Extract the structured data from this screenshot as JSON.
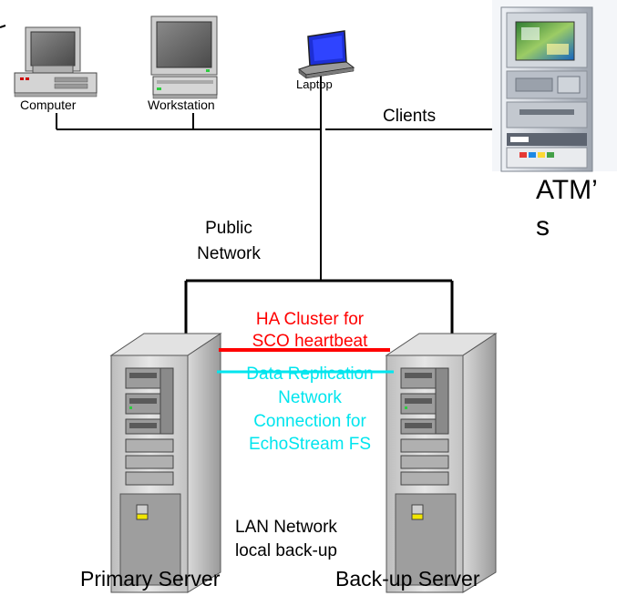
{
  "labels": {
    "computer": "Computer",
    "workstation": "Workstation",
    "laptop": "Laptop",
    "clients": "Clients",
    "atm_line1": "ATM’",
    "atm_line2": "s",
    "public_network_line1": "Public",
    "public_network_line2": "Network",
    "ha_cluster_line1": "HA Cluster for",
    "ha_cluster_line2": "SCO heartbeat",
    "replication_line1": "Data Replication",
    "replication_line2": "Network",
    "replication_line3": "Connection for",
    "replication_line4": "EchoStream FS",
    "lan_line1": "LAN Network",
    "lan_line2": "local back-up",
    "primary_server": "Primary Server",
    "backup_server": "Back-up Server"
  },
  "colors": {
    "heartbeat": "#ff0000",
    "replication": "#00e5ee",
    "network_line": "#000000"
  },
  "icons": [
    "computer-icon",
    "workstation-icon",
    "laptop-icon",
    "atm-icon",
    "server-icon"
  ]
}
